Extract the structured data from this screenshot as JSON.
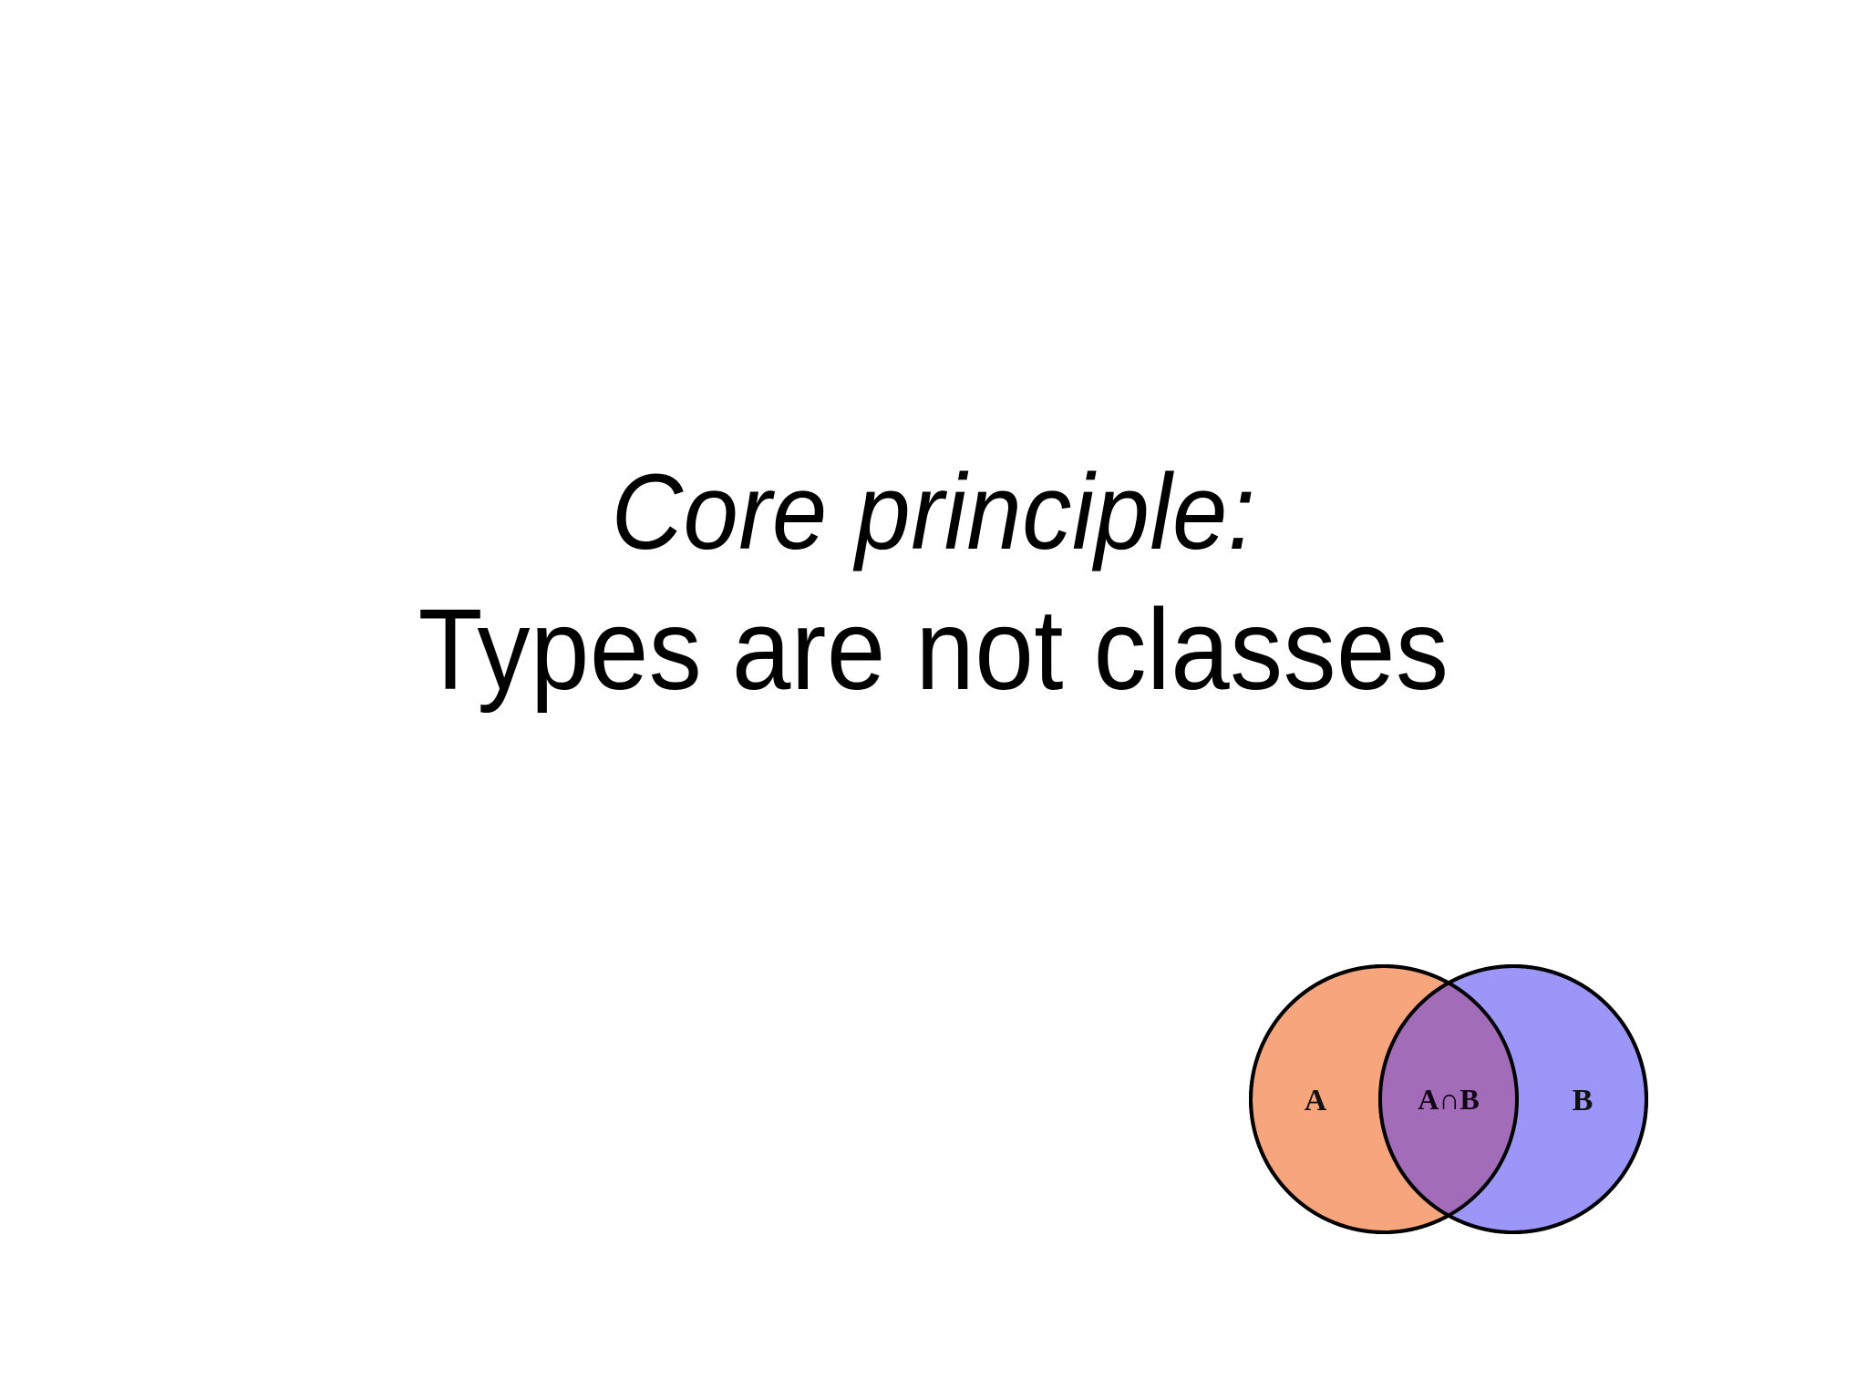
{
  "slide": {
    "background_color": "#ffffff",
    "title": {
      "line_1": "Core principle:",
      "line_2": "Types are not classes"
    }
  },
  "venn": {
    "set_a_label": "A",
    "set_b_label": "B",
    "intersection_label": "A∩B",
    "colors": {
      "set_a_fill": "#F7A57C",
      "set_b_fill": "#9B96F8",
      "intersection_fill": "#A26CB8",
      "stroke": "#000000"
    }
  }
}
